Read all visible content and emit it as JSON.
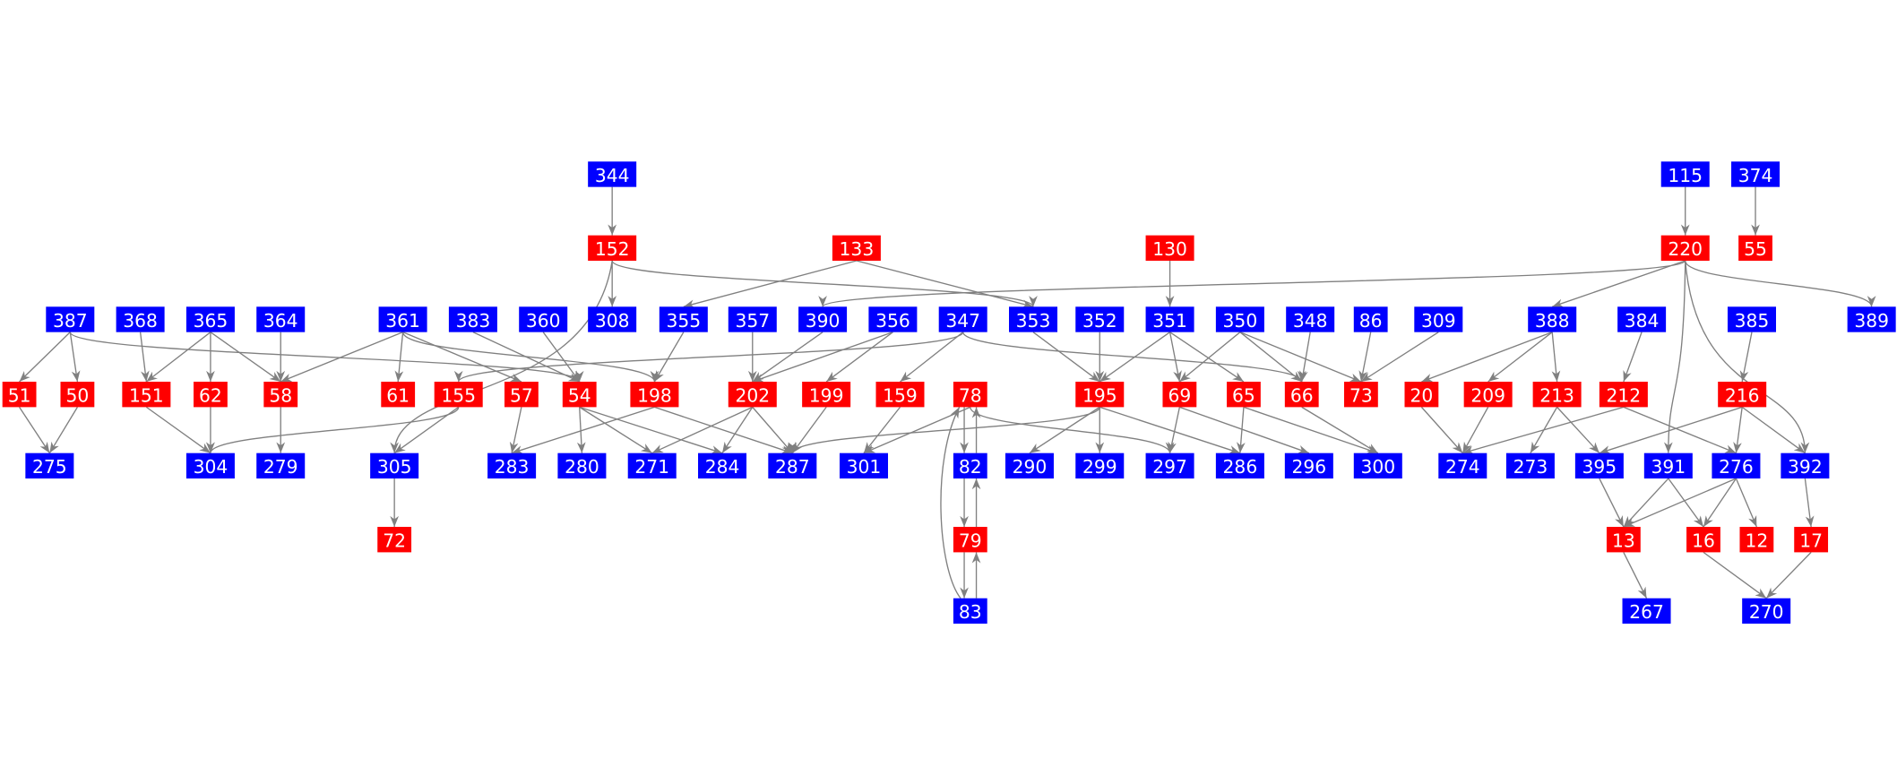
{
  "colors": {
    "red": "#ff0000",
    "blue": "#0000ff",
    "edge": "#808080",
    "label": "#ffffff"
  },
  "nodes": [
    {
      "id": "344",
      "type": "blue"
    },
    {
      "id": "115",
      "type": "blue"
    },
    {
      "id": "374",
      "type": "blue"
    },
    {
      "id": "152",
      "type": "red"
    },
    {
      "id": "133",
      "type": "red"
    },
    {
      "id": "130",
      "type": "red"
    },
    {
      "id": "220",
      "type": "red"
    },
    {
      "id": "55",
      "type": "red"
    },
    {
      "id": "387",
      "type": "blue"
    },
    {
      "id": "368",
      "type": "blue"
    },
    {
      "id": "365",
      "type": "blue"
    },
    {
      "id": "364",
      "type": "blue"
    },
    {
      "id": "361",
      "type": "blue"
    },
    {
      "id": "383",
      "type": "blue"
    },
    {
      "id": "360",
      "type": "blue"
    },
    {
      "id": "308",
      "type": "blue"
    },
    {
      "id": "355",
      "type": "blue"
    },
    {
      "id": "357",
      "type": "blue"
    },
    {
      "id": "390",
      "type": "blue"
    },
    {
      "id": "356",
      "type": "blue"
    },
    {
      "id": "347",
      "type": "blue"
    },
    {
      "id": "353",
      "type": "blue"
    },
    {
      "id": "352",
      "type": "blue"
    },
    {
      "id": "351",
      "type": "blue"
    },
    {
      "id": "350",
      "type": "blue"
    },
    {
      "id": "348",
      "type": "blue"
    },
    {
      "id": "86",
      "type": "blue"
    },
    {
      "id": "309",
      "type": "blue"
    },
    {
      "id": "388",
      "type": "blue"
    },
    {
      "id": "384",
      "type": "blue"
    },
    {
      "id": "385",
      "type": "blue"
    },
    {
      "id": "389",
      "type": "blue"
    },
    {
      "id": "51",
      "type": "red"
    },
    {
      "id": "50",
      "type": "red"
    },
    {
      "id": "151",
      "type": "red"
    },
    {
      "id": "62",
      "type": "red"
    },
    {
      "id": "58",
      "type": "red"
    },
    {
      "id": "61",
      "type": "red"
    },
    {
      "id": "155",
      "type": "red"
    },
    {
      "id": "57",
      "type": "red"
    },
    {
      "id": "54",
      "type": "red"
    },
    {
      "id": "198",
      "type": "red"
    },
    {
      "id": "202",
      "type": "red"
    },
    {
      "id": "199",
      "type": "red"
    },
    {
      "id": "159",
      "type": "red"
    },
    {
      "id": "78",
      "type": "red"
    },
    {
      "id": "195",
      "type": "red"
    },
    {
      "id": "69",
      "type": "red"
    },
    {
      "id": "65",
      "type": "red"
    },
    {
      "id": "66",
      "type": "red"
    },
    {
      "id": "73",
      "type": "red"
    },
    {
      "id": "20",
      "type": "red"
    },
    {
      "id": "209",
      "type": "red"
    },
    {
      "id": "213",
      "type": "red"
    },
    {
      "id": "212",
      "type": "red"
    },
    {
      "id": "216",
      "type": "red"
    },
    {
      "id": "275",
      "type": "blue"
    },
    {
      "id": "304",
      "type": "blue"
    },
    {
      "id": "279",
      "type": "blue"
    },
    {
      "id": "305",
      "type": "blue"
    },
    {
      "id": "283",
      "type": "blue"
    },
    {
      "id": "280",
      "type": "blue"
    },
    {
      "id": "271",
      "type": "blue"
    },
    {
      "id": "284",
      "type": "blue"
    },
    {
      "id": "287",
      "type": "blue"
    },
    {
      "id": "301",
      "type": "blue"
    },
    {
      "id": "82",
      "type": "blue"
    },
    {
      "id": "290",
      "type": "blue"
    },
    {
      "id": "299",
      "type": "blue"
    },
    {
      "id": "297",
      "type": "blue"
    },
    {
      "id": "286",
      "type": "blue"
    },
    {
      "id": "296",
      "type": "blue"
    },
    {
      "id": "300",
      "type": "blue"
    },
    {
      "id": "274",
      "type": "blue"
    },
    {
      "id": "273",
      "type": "blue"
    },
    {
      "id": "395",
      "type": "blue"
    },
    {
      "id": "391",
      "type": "blue"
    },
    {
      "id": "276",
      "type": "blue"
    },
    {
      "id": "392",
      "type": "blue"
    },
    {
      "id": "72",
      "type": "red"
    },
    {
      "id": "79",
      "type": "red"
    },
    {
      "id": "13",
      "type": "red"
    },
    {
      "id": "16",
      "type": "red"
    },
    {
      "id": "12",
      "type": "red"
    },
    {
      "id": "17",
      "type": "red"
    },
    {
      "id": "83",
      "type": "blue"
    },
    {
      "id": "267",
      "type": "blue"
    },
    {
      "id": "270",
      "type": "blue"
    }
  ],
  "edges": [
    [
      "344",
      "152"
    ],
    [
      "152",
      "308"
    ],
    [
      "152",
      "305"
    ],
    [
      "152",
      "353"
    ],
    [
      "133",
      "355"
    ],
    [
      "133",
      "353"
    ],
    [
      "130",
      "351"
    ],
    [
      "115",
      "220"
    ],
    [
      "374",
      "55"
    ],
    [
      "220",
      "390"
    ],
    [
      "220",
      "388"
    ],
    [
      "220",
      "391"
    ],
    [
      "220",
      "392"
    ],
    [
      "220",
      "389"
    ],
    [
      "387",
      "51"
    ],
    [
      "387",
      "50"
    ],
    [
      "387",
      "54"
    ],
    [
      "368",
      "151"
    ],
    [
      "365",
      "151"
    ],
    [
      "365",
      "62"
    ],
    [
      "365",
      "58"
    ],
    [
      "364",
      "58"
    ],
    [
      "361",
      "58"
    ],
    [
      "361",
      "61"
    ],
    [
      "361",
      "57"
    ],
    [
      "361",
      "198"
    ],
    [
      "383",
      "54"
    ],
    [
      "360",
      "54"
    ],
    [
      "347",
      "155"
    ],
    [
      "347",
      "159"
    ],
    [
      "347",
      "66"
    ],
    [
      "355",
      "198"
    ],
    [
      "357",
      "202"
    ],
    [
      "390",
      "202"
    ],
    [
      "356",
      "202"
    ],
    [
      "356",
      "199"
    ],
    [
      "353",
      "195"
    ],
    [
      "352",
      "195"
    ],
    [
      "351",
      "195"
    ],
    [
      "351",
      "69"
    ],
    [
      "351",
      "65"
    ],
    [
      "350",
      "69"
    ],
    [
      "350",
      "66"
    ],
    [
      "350",
      "73"
    ],
    [
      "348",
      "66"
    ],
    [
      "86",
      "73"
    ],
    [
      "309",
      "73"
    ],
    [
      "388",
      "20"
    ],
    [
      "388",
      "209"
    ],
    [
      "388",
      "213"
    ],
    [
      "384",
      "212"
    ],
    [
      "385",
      "216"
    ],
    [
      "51",
      "275"
    ],
    [
      "50",
      "275"
    ],
    [
      "151",
      "304"
    ],
    [
      "62",
      "304"
    ],
    [
      "58",
      "279"
    ],
    [
      "155",
      "304"
    ],
    [
      "155",
      "305"
    ],
    [
      "57",
      "283"
    ],
    [
      "54",
      "280"
    ],
    [
      "54",
      "271"
    ],
    [
      "54",
      "284"
    ],
    [
      "198",
      "283"
    ],
    [
      "198",
      "287"
    ],
    [
      "202",
      "271"
    ],
    [
      "202",
      "284"
    ],
    [
      "202",
      "287"
    ],
    [
      "199",
      "287"
    ],
    [
      "159",
      "301"
    ],
    [
      "78",
      "301"
    ],
    [
      "78",
      "82"
    ],
    [
      "78",
      "297"
    ],
    [
      "195",
      "287"
    ],
    [
      "195",
      "290"
    ],
    [
      "195",
      "299"
    ],
    [
      "195",
      "286"
    ],
    [
      "69",
      "297"
    ],
    [
      "69",
      "296"
    ],
    [
      "65",
      "286"
    ],
    [
      "65",
      "300"
    ],
    [
      "66",
      "300"
    ],
    [
      "20",
      "274"
    ],
    [
      "209",
      "274"
    ],
    [
      "213",
      "273"
    ],
    [
      "213",
      "395"
    ],
    [
      "212",
      "274"
    ],
    [
      "212",
      "276"
    ],
    [
      "216",
      "395"
    ],
    [
      "216",
      "276"
    ],
    [
      "216",
      "392"
    ],
    [
      "82",
      "79"
    ],
    [
      "82",
      "78"
    ],
    [
      "79",
      "83"
    ],
    [
      "79",
      "82"
    ],
    [
      "83",
      "79"
    ],
    [
      "83",
      "78"
    ],
    [
      "305",
      "72"
    ],
    [
      "395",
      "13"
    ],
    [
      "391",
      "13"
    ],
    [
      "391",
      "16"
    ],
    [
      "276",
      "13"
    ],
    [
      "276",
      "16"
    ],
    [
      "276",
      "12"
    ],
    [
      "392",
      "17"
    ],
    [
      "13",
      "267"
    ],
    [
      "16",
      "270"
    ],
    [
      "17",
      "270"
    ]
  ]
}
